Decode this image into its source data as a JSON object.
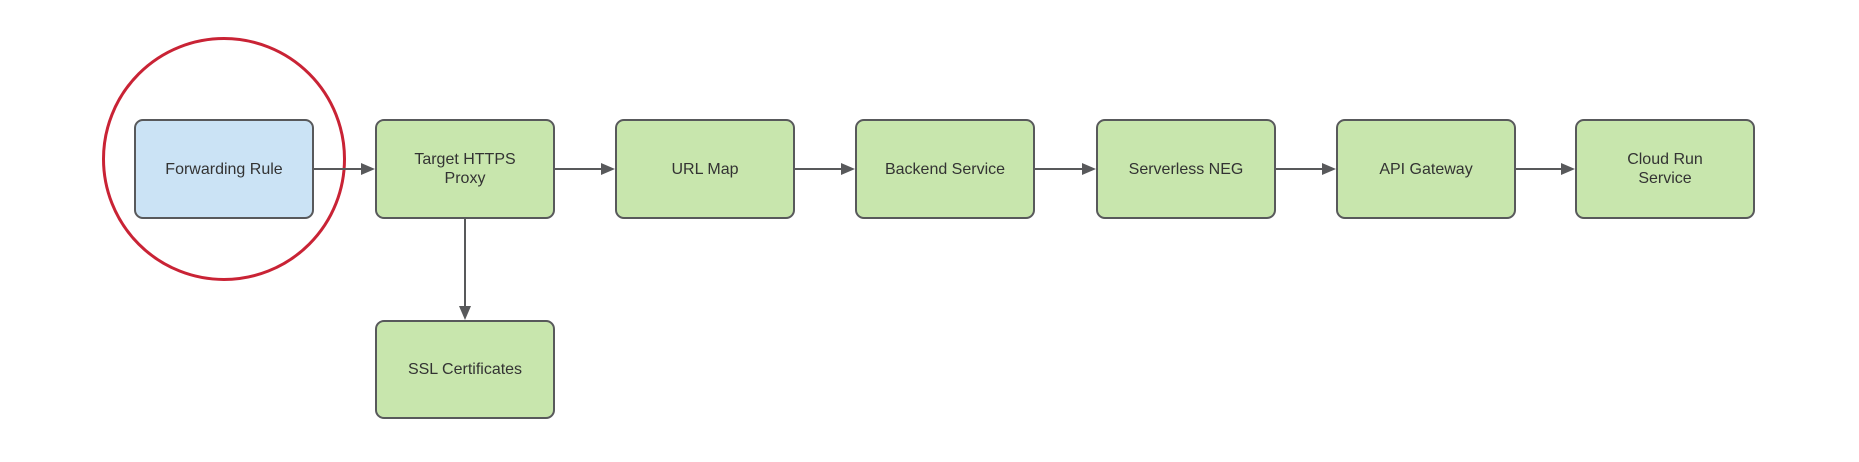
{
  "diagram": {
    "type": "flowchart",
    "background": "#ffffff",
    "colors": {
      "node_fill_green": "#c8e6ad",
      "node_fill_blue": "#cbe3f5",
      "node_border": "#58595b",
      "arrow": "#58595b",
      "text": "#333333",
      "highlight_circle": "#c92335"
    },
    "nodes": [
      {
        "id": "forwarding-rule",
        "label": "Forwarding Rule",
        "fill": "blue",
        "highlighted": true
      },
      {
        "id": "target-https-proxy",
        "label": "Target HTTPS Proxy",
        "fill": "green",
        "highlighted": false
      },
      {
        "id": "url-map",
        "label": "URL Map",
        "fill": "green",
        "highlighted": false
      },
      {
        "id": "backend-service",
        "label": "Backend Service",
        "fill": "green",
        "highlighted": false
      },
      {
        "id": "serverless-neg",
        "label": "Serverless NEG",
        "fill": "green",
        "highlighted": false
      },
      {
        "id": "api-gateway",
        "label": "API Gateway",
        "fill": "green",
        "highlighted": false
      },
      {
        "id": "cloud-run-service",
        "label": "Cloud Run Service",
        "fill": "green",
        "highlighted": false
      },
      {
        "id": "ssl-certificates",
        "label": "SSL Certificates",
        "fill": "green",
        "highlighted": false
      }
    ],
    "edges": [
      {
        "from": "forwarding-rule",
        "to": "target-https-proxy",
        "direction": "right"
      },
      {
        "from": "target-https-proxy",
        "to": "url-map",
        "direction": "right"
      },
      {
        "from": "url-map",
        "to": "backend-service",
        "direction": "right"
      },
      {
        "from": "backend-service",
        "to": "serverless-neg",
        "direction": "right"
      },
      {
        "from": "serverless-neg",
        "to": "api-gateway",
        "direction": "right"
      },
      {
        "from": "api-gateway",
        "to": "cloud-run-service",
        "direction": "right"
      },
      {
        "from": "target-https-proxy",
        "to": "ssl-certificates",
        "direction": "down"
      }
    ],
    "annotation": {
      "shape": "ellipse",
      "around": "forwarding-rule",
      "stroke": "#c92335"
    }
  }
}
